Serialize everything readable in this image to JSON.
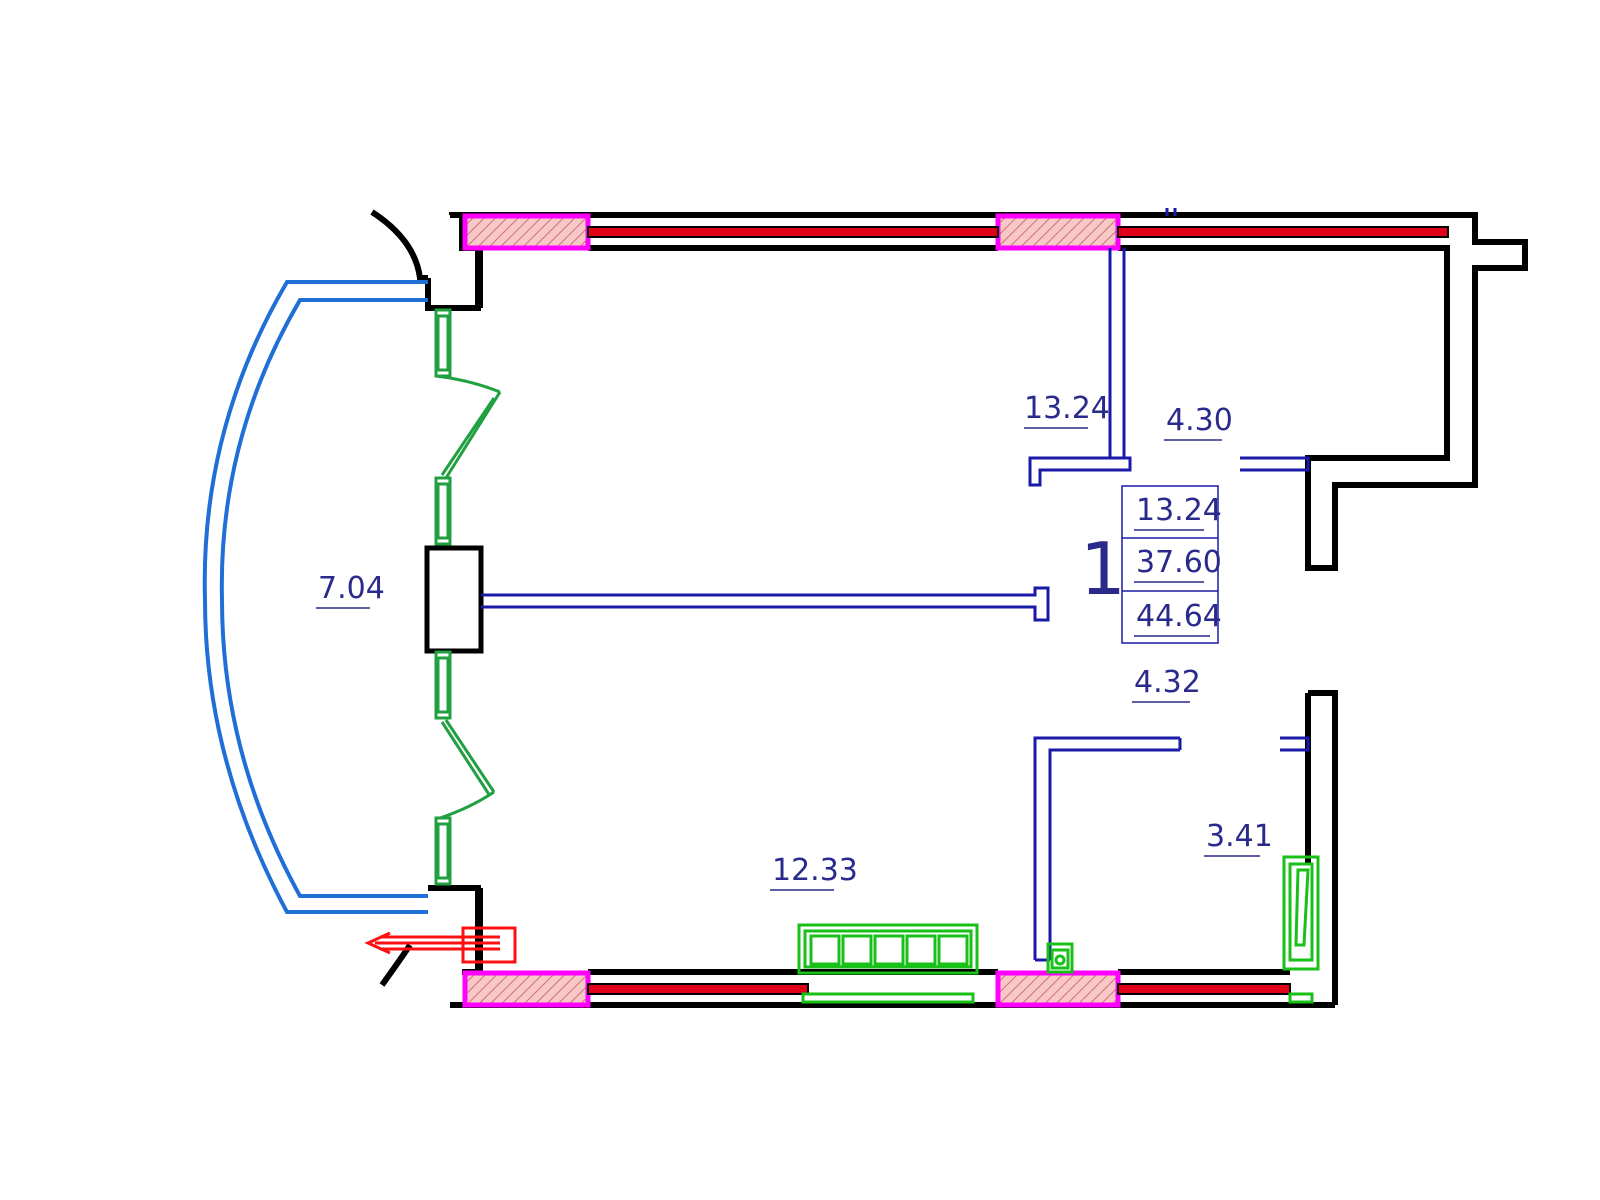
{
  "plan": {
    "unit_number": "1",
    "areas": {
      "room_top": "13.24",
      "closet_top": "4.30",
      "balcony": "7.04",
      "hall": "4.32",
      "kitchen": "12.33",
      "bathroom": "3.41"
    },
    "summary": {
      "living": "13.24",
      "total": "37.60",
      "total_with_balcony": "44.64"
    }
  },
  "colors": {
    "wall": "#000000",
    "partition": "#1a1aa8",
    "window_frame": "#ff00ff",
    "window_hatch": "#e8a0a0",
    "window_glass": "#e0001a",
    "balcony": "#1f6fd6",
    "fixtures": "#18c018",
    "doors": "#20a040",
    "radiator": "#ff1010",
    "text": "#2a2a8c"
  }
}
